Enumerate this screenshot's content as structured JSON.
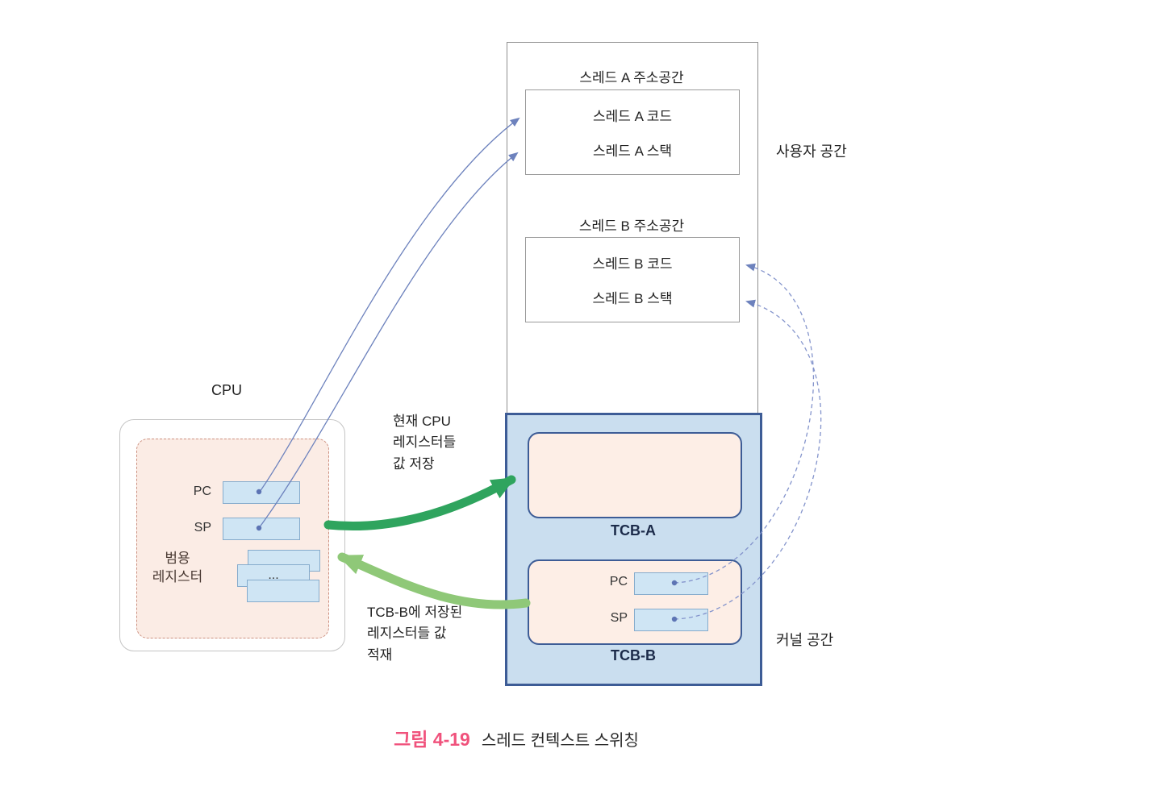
{
  "user_space": {
    "region_label": "사용자 공간",
    "thread_a": {
      "title": "스레드 A 주소공간",
      "code": "스레드 A 코드",
      "stack": "스레드 A 스택"
    },
    "thread_b": {
      "title": "스레드 B 주소공간",
      "code": "스레드 B 코드",
      "stack": "스레드 B 스택"
    }
  },
  "kernel_space": {
    "region_label": "커널 공간",
    "tcb_a": {
      "label": "TCB-A"
    },
    "tcb_b": {
      "label": "TCB-B",
      "pc": "PC",
      "sp": "SP"
    }
  },
  "cpu": {
    "title": "CPU",
    "pc": "PC",
    "sp": "SP",
    "general_registers": "범용\n레지스터",
    "ellipsis": "..."
  },
  "annotations": {
    "save": "현재 CPU\n레지스터들\n값 저장",
    "load": "TCB-B에 저장된\n레지스터들 값\n적재"
  },
  "caption": {
    "number": "그림 4-19",
    "text": "스레드 컨텍스트 스위칭"
  },
  "colors": {
    "kernel_fill": "#cadeef",
    "kernel_border": "#3d5c96",
    "tcb_fill": "#fdeee6",
    "register_fill": "#cfe5f4",
    "register_border": "#85abcc",
    "cpu_inner_fill": "#fbece5",
    "arrow_save_green": "#2fa45e",
    "arrow_load_green": "#8fc878",
    "arrow_thin_blue": "#6d82bd",
    "caption_accent": "#f0527c"
  }
}
